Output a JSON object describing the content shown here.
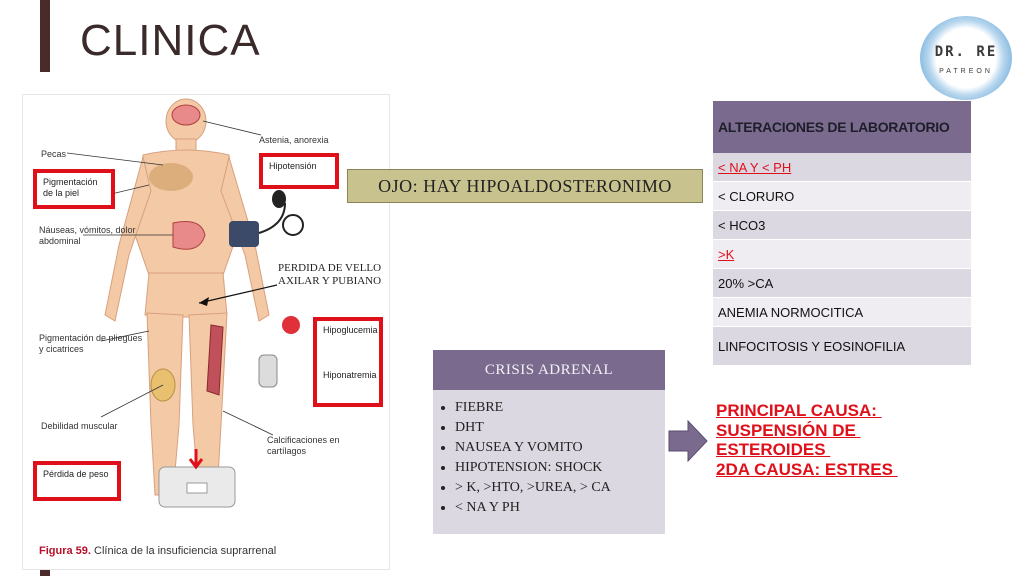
{
  "slide": {
    "title": "CLINICA"
  },
  "logo": {
    "line1": "DR. RE",
    "line2": "PATREON"
  },
  "figure": {
    "labels": {
      "pecas": "Pecas",
      "astenia": "Astenia, anorexia",
      "pigmentacion_piel": "Pigmentación de la piel",
      "hipotension": "Hipotensión",
      "nauseas": "Náuseas, vómitos, dolor abdominal",
      "pigmentacion_pliegues": "Pigmentación de pliegues y cicatrices",
      "hipoglucemia": "Hipoglucemia",
      "hiponatremia": "Hiponatremia",
      "debilidad": "Debilidad muscular",
      "calcificaciones": "Calcificaciones en cartílagos",
      "perdida_peso": "Pérdida de peso"
    },
    "caption_bold": "Figura 59.",
    "caption_text": " Clínica de la insuficiencia suprarrenal"
  },
  "annotation": {
    "perdida_vello": "PERDIDA DE VELLO AXILAR Y PUBIANO"
  },
  "ojo_banner": "OJO: HAY HIPOALDOSTERONIMO",
  "lab_table": {
    "header": "ALTERACIONES DE LABORATORIO",
    "rows": [
      "< NA Y < PH",
      "< CLORURO",
      "< HCO3",
      ">K",
      "20% >CA",
      "ANEMIA NORMOCITICA",
      "LINFOCITOSIS Y EOSINOFILIA"
    ]
  },
  "crisis": {
    "header": "CRISIS ADRENAL",
    "items": [
      "FIEBRE",
      "DHT",
      "NAUSEA Y VOMITO",
      "HIPOTENSION: SHOCK",
      "> K, >HTO, >UREA, > CA",
      "< NA Y PH"
    ]
  },
  "causa": {
    "line1": "PRINCIPAL CAUSA: ",
    "line2": "SUSPENSIÓN DE ",
    "line3": "ESTEROIDES ",
    "line4": "2DA CAUSA: ESTRES "
  },
  "colors": {
    "accent_purple": "#7a6b8e",
    "red": "#e0101a",
    "banner": "#c8c28e"
  }
}
